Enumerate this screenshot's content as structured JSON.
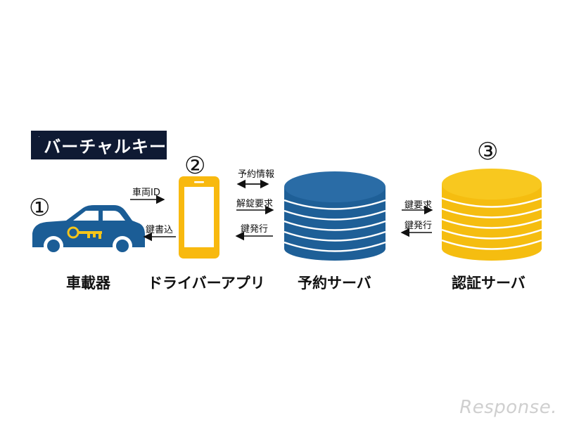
{
  "brand": {
    "title": "バーチャルキー",
    "icon": "key-icon"
  },
  "markers": {
    "car": "①",
    "app": "②",
    "auth": "③"
  },
  "nodes": {
    "car": "車載器",
    "app": "ドライバーアプリ",
    "reserve": "予約サーバ",
    "auth": "認証サーバ"
  },
  "arrows": {
    "vehicle_id": "車両ID",
    "key_write": "鍵書込",
    "reservation_info": "予約情報",
    "unlock_request": "解錠要求",
    "key_issue_1": "鍵発行",
    "key_request": "鍵要求",
    "key_issue_2": "鍵発行"
  },
  "watermark": "Response.",
  "colors": {
    "brand_bg": "#0f1a33",
    "car_blue": "#1b5d96",
    "key_gold": "#f5c51a",
    "phone_yellow": "#f8b90f",
    "db_blue": "#1e5f97",
    "db_gold": "#f5bd10"
  }
}
